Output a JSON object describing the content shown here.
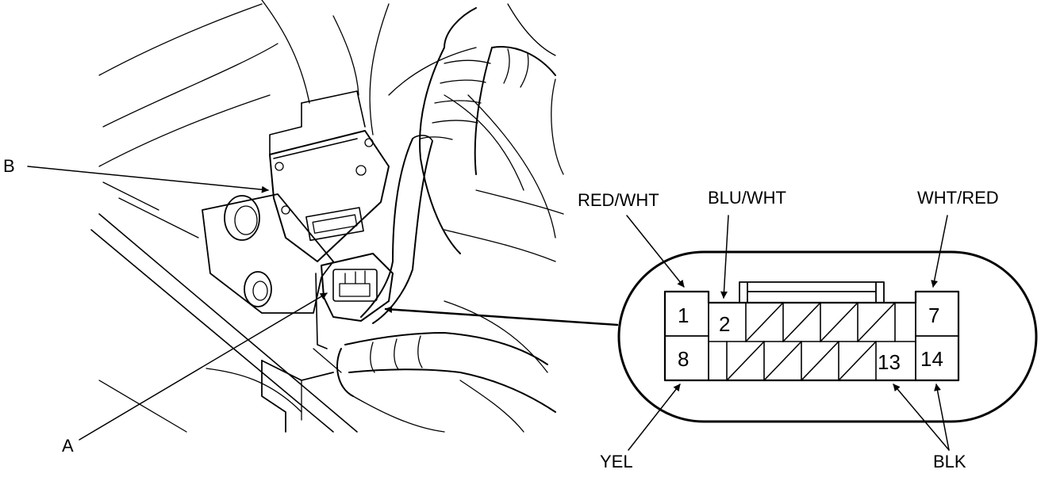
{
  "callouts": {
    "a": "A",
    "b": "B"
  },
  "wire_colors": {
    "red_wht": "RED/WHT",
    "blu_wht": "BLU/WHT",
    "wht_red": "WHT/RED",
    "yel": "YEL",
    "blk": "BLK"
  },
  "connector": {
    "pins": {
      "p1": "1",
      "p2": "2",
      "p7": "7",
      "p8": "8",
      "p13": "13",
      "p14": "14"
    }
  }
}
